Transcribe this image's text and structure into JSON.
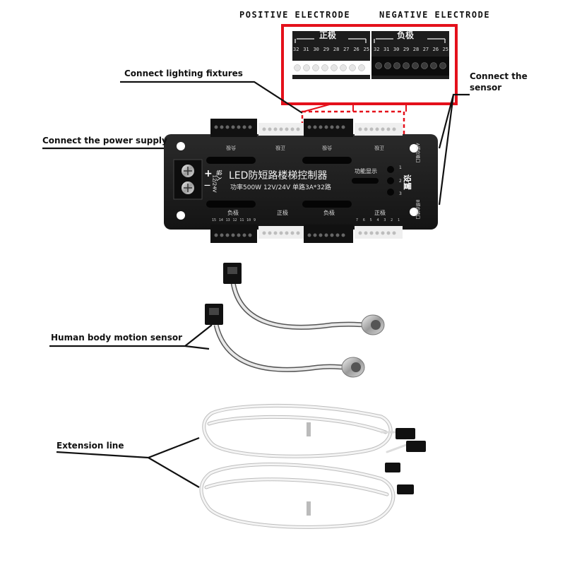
{
  "headers": {
    "positive": "POSITIVE ELECTRODE",
    "negative": "NEGATIVE ELECTRODE"
  },
  "zoom": {
    "pos_label": "正极",
    "neg_label": "负极",
    "pos_numbers": [
      "32",
      "31",
      "30",
      "29",
      "28",
      "27",
      "26",
      "25"
    ],
    "neg_numbers": [
      "32",
      "31",
      "30",
      "29",
      "28",
      "27",
      "26",
      "25"
    ]
  },
  "callouts": {
    "lighting": "Connect lighting fixtures",
    "power": "Connect the power supply",
    "sensor_line1": "Connect the",
    "sensor_line2": "sensor",
    "motion": "Human body motion sensor",
    "extension": "Extension line"
  },
  "board": {
    "title": "LED防短路楼梯控制器",
    "specs": "功率500W 12V/24V 单路3A*32路",
    "input_label": "输入",
    "voltage": "12/24V",
    "plus": "+",
    "minus": "—",
    "function_label": "功能显示",
    "setting_label": "设置",
    "port_a": "A感应端口",
    "port_b": "B感应端口",
    "top_neg": "负极",
    "top_pos": "正极",
    "top_neg2": "负极",
    "top_pos2": "正极",
    "bot_neg": "负极",
    "bot_pos": "正极",
    "bot_neg2": "负极",
    "bot_pos2": "正极",
    "bot_numbers_left": [
      "15",
      "14",
      "13",
      "12",
      "11",
      "10",
      "9"
    ],
    "bot_numbers_right": [
      "7",
      "6",
      "5",
      "4",
      "3",
      "2",
      "1"
    ],
    "btn_labels": [
      "1",
      "2",
      "3"
    ]
  },
  "colors": {
    "accent_red": "#e4101b",
    "board": "#1c1c1c",
    "terminal_dark": "#111111",
    "terminal_light": "#e8e8e8",
    "cable": "#f2f2f2"
  }
}
